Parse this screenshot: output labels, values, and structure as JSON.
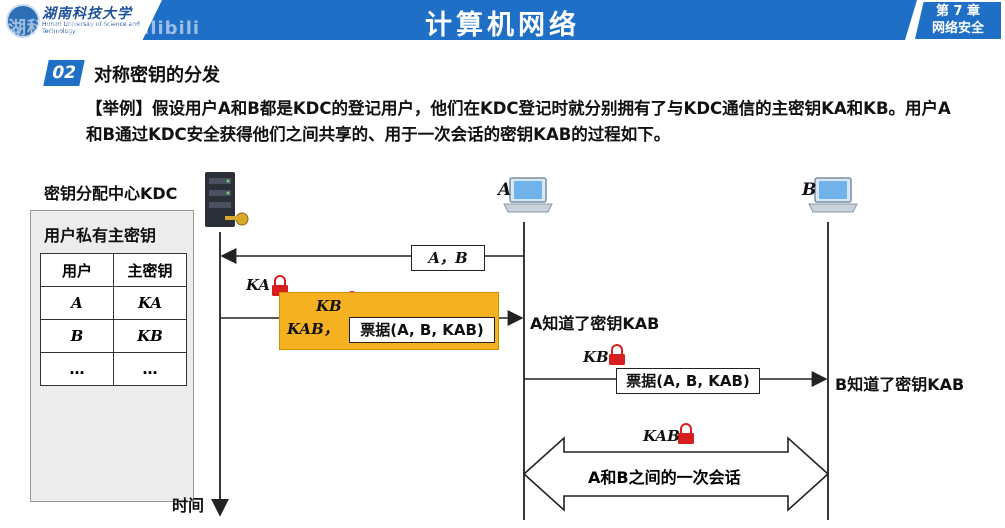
{
  "header": {
    "university_cn": "湖南科技大学",
    "university_en": "Hunan University of Science and Technology",
    "title": "计算机网络",
    "chapter": "第 7 章",
    "chapter_topic": "网络安全",
    "watermark": "湖科大教书匠 bilibili"
  },
  "section": {
    "number": "02",
    "title": "对称密钥的分发"
  },
  "paragraph": "【举例】假设用户A和B都是KDC的登记用户，他们在KDC登记时就分别拥有了与KDC通信的主密钥KA和KB。用户A和B通过KDC安全获得他们之间共享的、用于一次会话的密钥KAB的过程如下。",
  "diagram": {
    "kdc_label": "密钥分配中心KDC",
    "kdc_panel_title": "用户私有主密钥",
    "table_headers": [
      "用户",
      "主密钥"
    ],
    "table_rows": [
      [
        "A",
        "KA"
      ],
      [
        "B",
        "KB"
      ],
      [
        "…",
        "…"
      ]
    ],
    "node_a": "A",
    "node_b": "B",
    "msg1": "A，B",
    "msg2_key_outer": "KA",
    "msg2_key_inner": "KB",
    "msg2_kab": "KAB，",
    "msg2_ticket": "票据(A, B, KAB)",
    "a_knows": "A知道了密钥KAB",
    "msg3_key": "KB",
    "msg3_ticket": "票据(A, B, KAB)",
    "b_knows": "B知道了密钥KAB",
    "session_key": "KAB",
    "session_label": "A和B之间的一次会话",
    "time_label": "时间"
  },
  "colors": {
    "header_blue": "#1f6fc6",
    "ticket_orange": "#f5b120",
    "lock_red": "#d81e1e"
  }
}
